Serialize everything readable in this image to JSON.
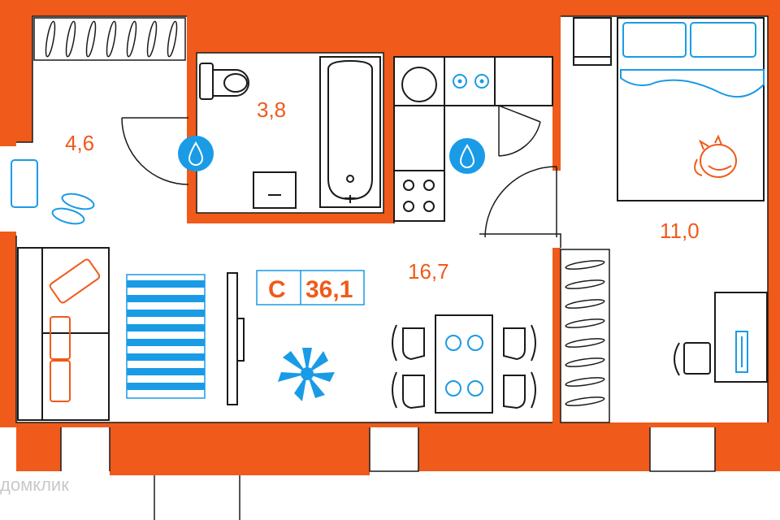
{
  "colors": {
    "wall": "#f05a1a",
    "accent": "#1a9be6",
    "line": "#1a1a1a",
    "background": "#ffffff"
  },
  "rooms": [
    {
      "id": "hallway",
      "area": "4,6"
    },
    {
      "id": "bathroom",
      "area": "3,8"
    },
    {
      "id": "living-kitchen",
      "area": "16,7"
    },
    {
      "id": "bedroom",
      "area": "11,0"
    }
  ],
  "badge": {
    "type": "С",
    "total_area": "36,1"
  },
  "icons": [
    "water-drop-icon",
    "water-drop-icon",
    "cat-icon",
    "plant-icon",
    "slippers-icon"
  ],
  "watermark": "домклик"
}
